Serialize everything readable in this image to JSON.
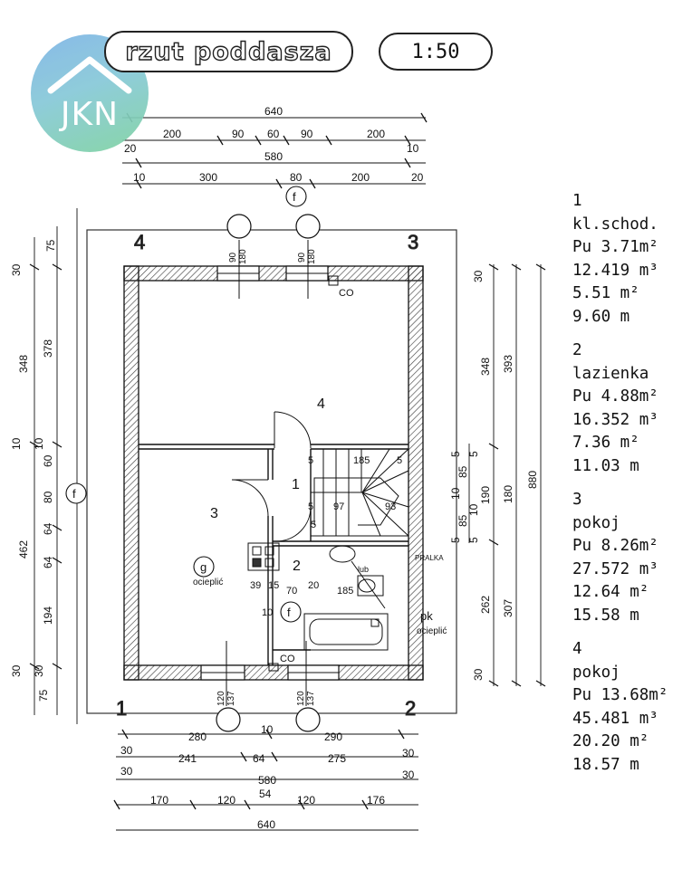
{
  "title": "rzut poddasza",
  "scale": "1:50",
  "logo_text": "JKN",
  "rooms": [
    {
      "number": "1",
      "name": "kl.schod.",
      "pu": "Pu 3.71m²",
      "volume": "12.419 m³",
      "area": "5.51 m²",
      "perimeter": "9.60 m"
    },
    {
      "number": "2",
      "name": "lazienka",
      "pu": "Pu 4.88m²",
      "volume": "16.352 m³",
      "area": "7.36 m²",
      "perimeter": "11.03 m"
    },
    {
      "number": "3",
      "name": "pokoj",
      "pu": "Pu 8.26m²",
      "volume": "27.572 m³",
      "area": "12.64 m²",
      "perimeter": "15.58 m"
    },
    {
      "number": "4",
      "name": "pokoj",
      "pu": "Pu 13.68m²",
      "volume": "45.481 m³",
      "area": "20.20 m²",
      "perimeter": "18.57 m"
    }
  ],
  "plan_labels": {
    "room1": "1",
    "room2": "2",
    "room3": "3",
    "room4": "4",
    "corner_tl": "4",
    "corner_tr": "3",
    "corner_bl": "1",
    "corner_br": "2",
    "co": "CO",
    "lub": "lub",
    "pralka": "PRALKA",
    "g": "g",
    "f": "f",
    "pk": "pk",
    "ocieplic": "ocieplić"
  },
  "dims": {
    "top": [
      "640",
      "200",
      "90",
      "60",
      "90",
      "200",
      "20",
      "580",
      "10",
      "10",
      "300",
      "80",
      "200",
      "20"
    ],
    "bottom": [
      "280",
      "10",
      "290",
      "30",
      "241",
      "64",
      "275",
      "30",
      "30",
      "580",
      "30",
      "54",
      "170",
      "120",
      "120",
      "176",
      "640"
    ],
    "left": [
      "75",
      "30",
      "348",
      "378",
      "10",
      "10",
      "60",
      "80",
      "64",
      "64",
      "462",
      "194",
      "30",
      "30",
      "75"
    ],
    "right": [
      "30",
      "348",
      "393",
      "5",
      "5",
      "10",
      "85",
      "190",
      "180",
      "880",
      "5",
      "85",
      "5",
      "10",
      "262",
      "307",
      "30"
    ],
    "inner": [
      "185",
      "97",
      "93",
      "5",
      "5",
      "5",
      "5",
      "39",
      "15",
      "70",
      "20",
      "185",
      "10"
    ],
    "win_top": [
      "90",
      "180",
      "90",
      "180"
    ],
    "win_bottom": [
      "120",
      "137",
      "120",
      "137"
    ]
  }
}
